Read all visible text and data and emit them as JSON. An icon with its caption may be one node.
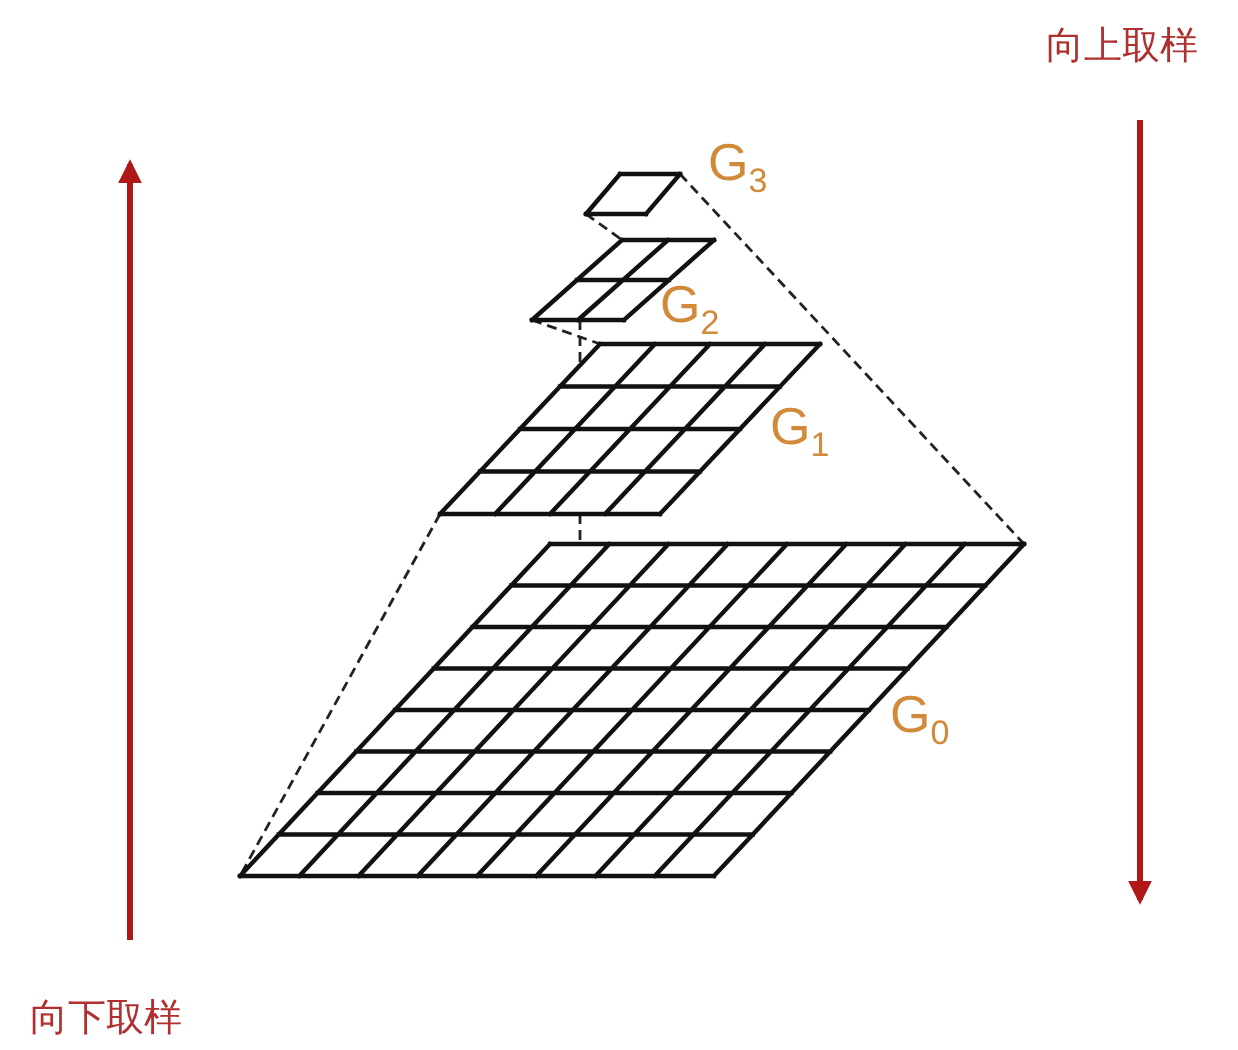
{
  "diagram": {
    "nodes": [
      {
        "text": [
          "G$_{3}$"
        ]
      },
      {
        "text": [
          "G$_{2}$"
        ]
      },
      {
        "text": [
          "G$_{1}$"
        ]
      },
      {
        "text": [
          "G$_{0}$"
        ]
      }
    ],
    "edges": [
      {
        "from": 0,
        "to": 1,
        "arrow": "none",
        "style": "dashed"
      },
      {
        "from": 1,
        "to": 2,
        "arrow": "none",
        "style": "dashed"
      },
      {
        "from": 2,
        "to": 3,
        "arrow": "none",
        "style": "dashed"
      },
      {
        "from": 0,
        "to": 3,
        "arrow": "none",
        "style": "dashed"
      },
      {
        "from": 1,
        "to": 2,
        "arrow": "none",
        "style": "dashed"
      },
      {
        "from": 2,
        "to": 3,
        "arrow": "none",
        "style": "dashed"
      }
    ],
    "labels": [
      "向上取样",
      "向下取样"
    ]
  }
}
